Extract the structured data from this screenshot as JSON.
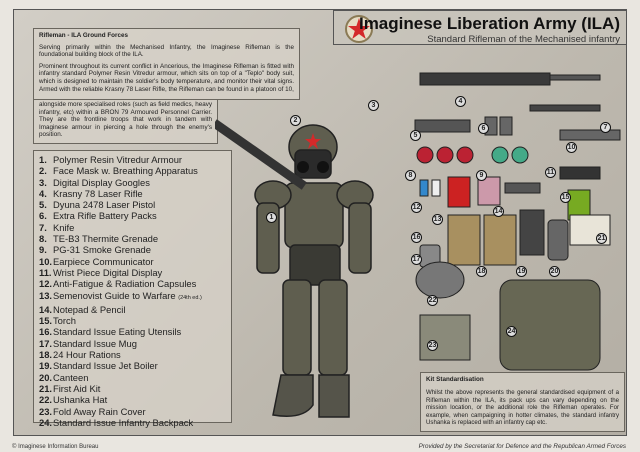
{
  "header": {
    "title": "Imaginese Liberation Army (ILA)",
    "subtitle": "Standard Rifleman of the Mechanised infantry"
  },
  "info": {
    "heading": "Rifleman - ILA Ground Forces",
    "p1": "Serving primarily within the Mechanised Infantry, the Imaginese Rifleman is the foundational building block of the ILA.",
    "p2a": "Prominent throughout its current conflict in Ancerious, the Imaginese Rifleman is fitted with infantry standard Polymer Resin Vitredur armour, which sits on top of a \"Teplo\" body suit, which is designed to maintain the soldier's body temperature, and monitor their vital signs. Armed with the reliable Krasny 78 Laser Rifle, the Rifleman can be found in a platoon of 10,",
    "p2b": "alongside more specialised roles (such as field medics, heavy infantry, etc) within a BRON 79 Armoured Personnel Carrier. They are the frontline troops that work in tandem with Imaginese armour in piercing a hole through the enemy's position."
  },
  "list": [
    {
      "n": "1.",
      "t": "Polymer Resin Vitredur Armour"
    },
    {
      "n": "2.",
      "t": "Face Mask w. Breathing Apparatus"
    },
    {
      "n": "3.",
      "t": "Digital Display Googles"
    },
    {
      "n": "4.",
      "t": "Krasny 78 Laser Rifle"
    },
    {
      "n": "5.",
      "t": "Dyuna 2478 Laser Pistol"
    },
    {
      "n": "6.",
      "t": "Extra Rifle Battery Packs"
    },
    {
      "n": "7.",
      "t": "Knife"
    },
    {
      "n": "8.",
      "t": "TE-B3 Thermite Grenade"
    },
    {
      "n": "9.",
      "t": "PG-31 Smoke Grenade"
    },
    {
      "n": "10.",
      "t": "Earpiece Communicator"
    },
    {
      "n": "11.",
      "t": "Wrist Piece Digital Display"
    },
    {
      "n": "12.",
      "t": "Anti-Fatigue & Radiation Capsules"
    },
    {
      "n": "13.",
      "t": "Semenovist Guide to Warfare",
      "s": "(24th ed.)"
    },
    {
      "n": "14.",
      "t": "Notepad & Pencil"
    },
    {
      "n": "15.",
      "t": "Torch"
    },
    {
      "n": "16.",
      "t": "Standard Issue Eating Utensils"
    },
    {
      "n": "17.",
      "t": "Standard Issue Mug"
    },
    {
      "n": "18.",
      "t": "24 Hour Rations"
    },
    {
      "n": "19.",
      "t": "Standard Issue Jet Boiler"
    },
    {
      "n": "20.",
      "t": "Canteen"
    },
    {
      "n": "21.",
      "t": "First Aid Kit"
    },
    {
      "n": "22.",
      "t": "Ushanka Hat"
    },
    {
      "n": "23.",
      "t": "Fold Away Rain Cover"
    },
    {
      "n": "24.",
      "t": "Standard Issue Infantry Backpack"
    }
  ],
  "callouts": [
    "1",
    "2",
    "3",
    "4",
    "5",
    "6",
    "7",
    "8",
    "9",
    "10",
    "11",
    "12",
    "13",
    "14",
    "15",
    "16",
    "17",
    "18",
    "19",
    "20",
    "21",
    "22",
    "23",
    "24"
  ],
  "kit": {
    "heading": "Kit Standardisation",
    "text": "Whilst the above represents the general standardised equipment of a Rifleman within the ILA, its pack ups can vary depending on the mission location, or the additional role the Rifleman operates. For example, when campaigning in hotter climates, the standard infantry Ushanka is replaced with an infantry cap etc."
  },
  "footer": {
    "left": "© Imaginese Information Bureau",
    "right": "Provided by the Secretariat for Defence and the Republican Armed Forces"
  },
  "colors": {
    "armour": "#5f5e4f",
    "star": "#d42a2a",
    "panel": "#c4bfb6"
  }
}
